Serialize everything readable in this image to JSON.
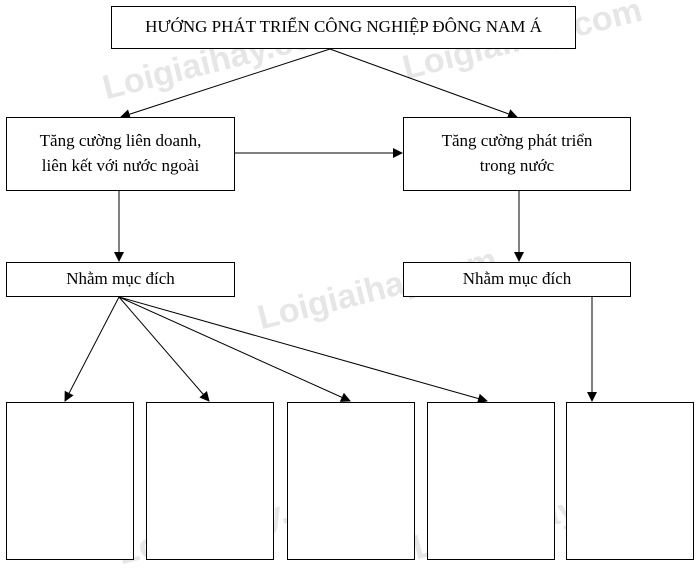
{
  "title": "HƯỚNG PHÁT TRIỂN CÔNG NGHIỆP ĐÔNG NAM Á",
  "left_branch": {
    "line1": "Tăng cường liên doanh,",
    "line2": "liên kết với nước ngoài",
    "purpose": "Nhằm mục đích"
  },
  "right_branch": {
    "line1": "Tăng cường phát triển",
    "line2": "trong nước",
    "purpose": "Nhằm mục đích"
  },
  "answer_boxes": [
    "",
    "",
    "",
    "",
    ""
  ],
  "watermark": "Loigiaihay.com",
  "colors": {
    "line": "#000000",
    "watermark": "#c8c8c8"
  }
}
